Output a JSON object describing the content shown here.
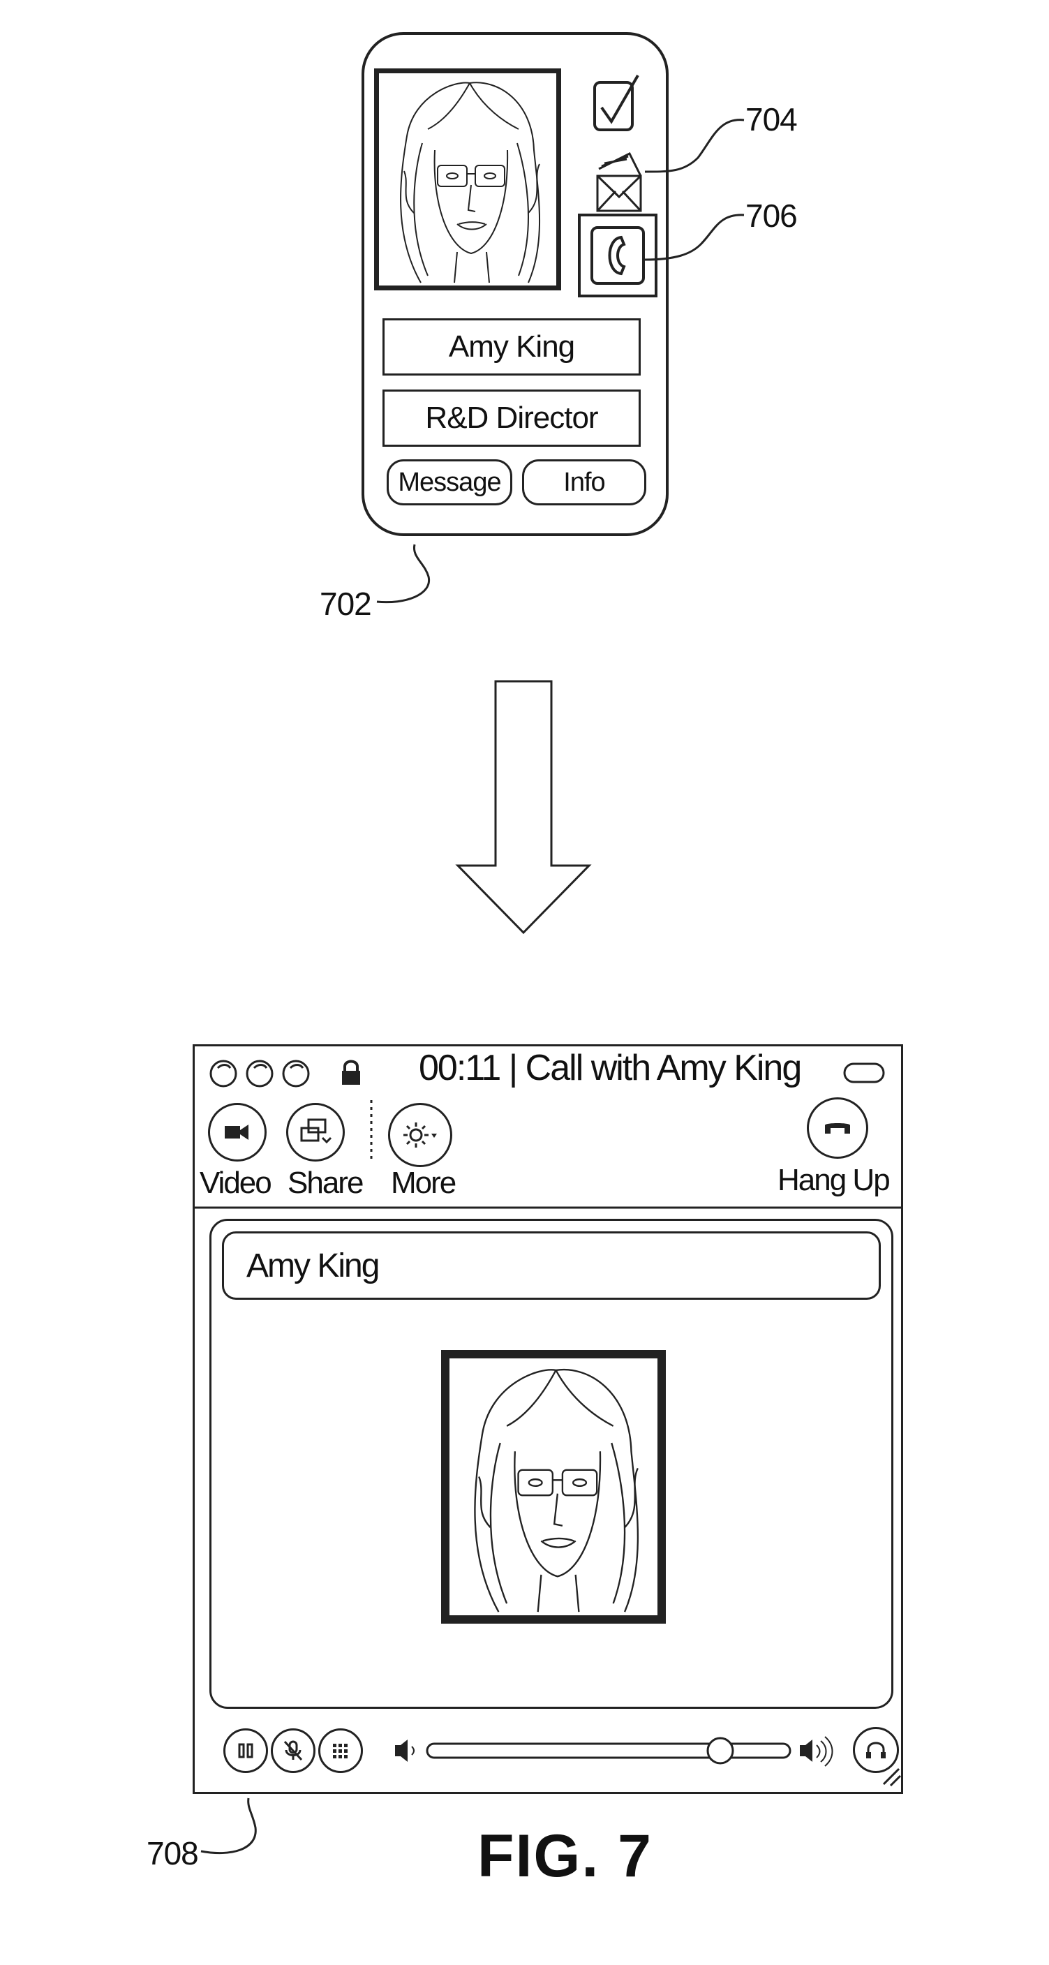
{
  "figure": {
    "label": "FIG. 7",
    "ref_card": "702",
    "ref_message_icon": "704",
    "ref_phone_icon": "706",
    "ref_call_window": "708"
  },
  "contact_card": {
    "name": "Amy King",
    "title": "R&D Director",
    "message_button": "Message",
    "info_button": "Info",
    "icons": [
      "portrait-photo",
      "checkbox-icon",
      "envelope-icon",
      "phone-icon"
    ]
  },
  "call_window": {
    "title": "00:11 | Call with Amy King",
    "toolbar": {
      "video_label": "Video",
      "share_label": "Share",
      "more_label": "More",
      "hangup_label": "Hang Up"
    },
    "participant_name": "Amy King",
    "volume_level": 0.82,
    "icons": [
      "window-control-icon",
      "lock-icon",
      "video-camera-icon",
      "share-screen-icon",
      "settings-gear-icon",
      "hang-up-icon",
      "hold-icon",
      "mute-mic-icon",
      "dialpad-icon",
      "speaker-low-icon",
      "speaker-high-icon",
      "headset-icon",
      "resize-grip-icon"
    ]
  }
}
